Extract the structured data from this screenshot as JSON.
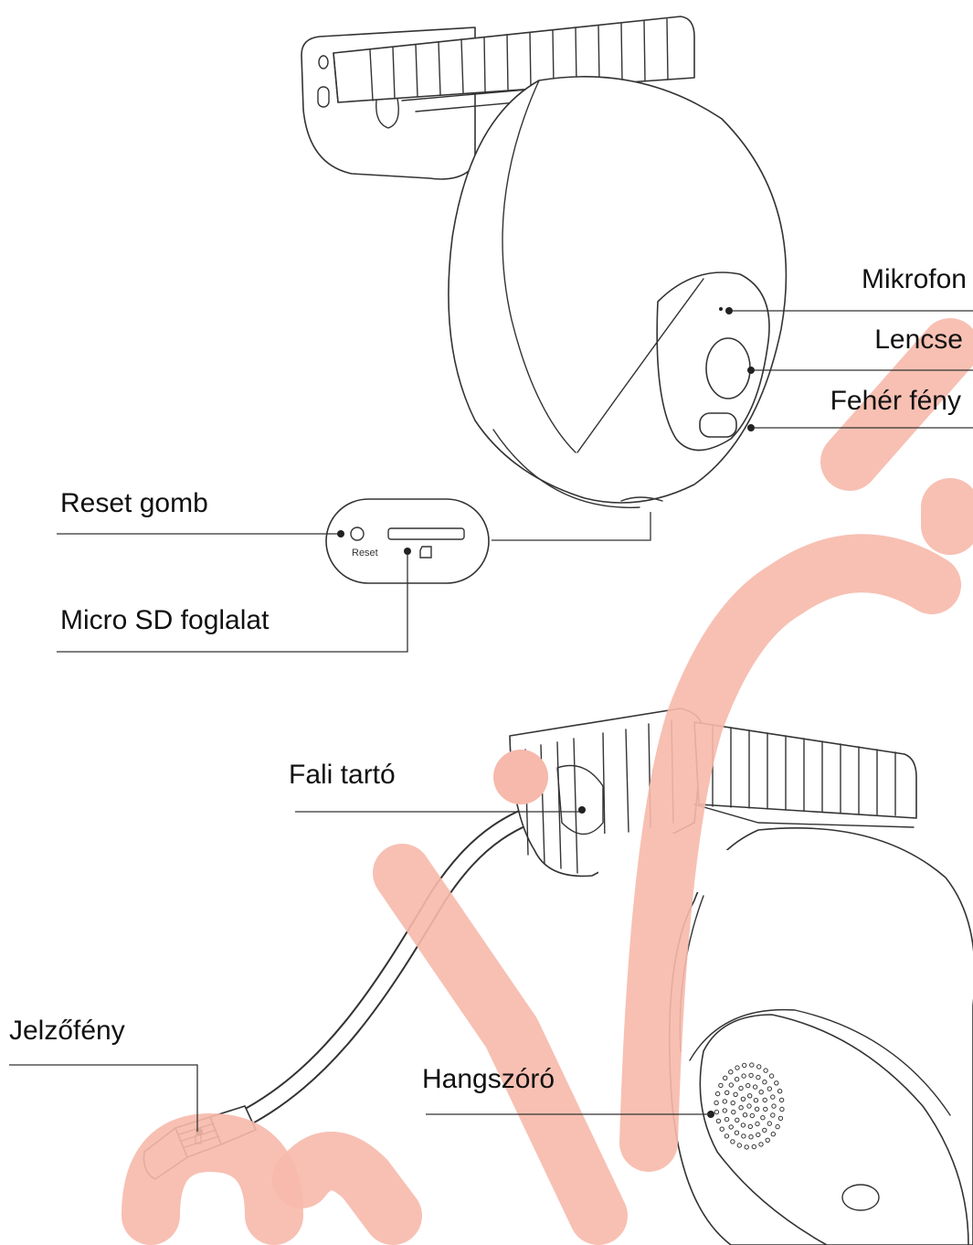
{
  "labels": {
    "mikrofon": "Mikrofon",
    "lencse": "Lencse",
    "feher_feny": "Fehér fény",
    "reset_gomb": "Reset gomb",
    "micro_sd": "Micro SD foglalat",
    "fali_tarto": "Fali tartó",
    "jelzofeny": "Jelzőfény",
    "hangszoro": "Hangszóró"
  },
  "port_panel": {
    "reset_text": "Reset"
  },
  "watermark": {
    "color": "#f6b9ab"
  }
}
